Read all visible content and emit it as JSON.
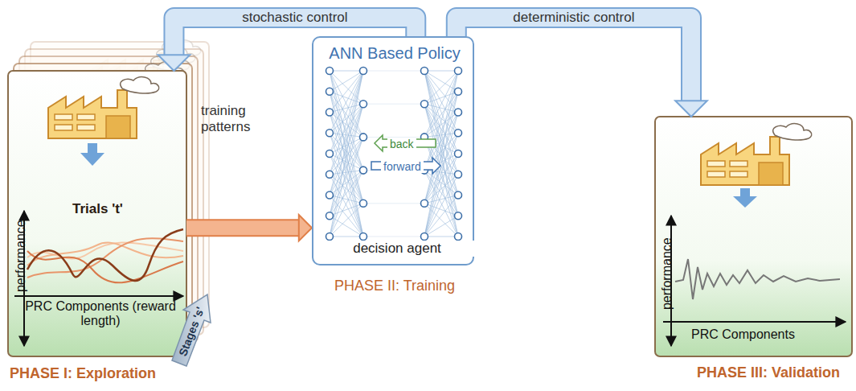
{
  "diagram": {
    "nodes": [
      {
        "text": [
          "PHASE I: Exploration",
          "Trials 't'",
          "performance",
          "PRC Components (reward length)"
        ]
      },
      {
        "text": [
          "ANN Based Policy",
          "back",
          "forward",
          "decision agent",
          "PHASE II: Training"
        ]
      },
      {
        "text": [
          "PHASE III: Validation",
          "performance",
          "PRC Components"
        ]
      }
    ],
    "edges": [
      {
        "from": 0,
        "to": 1,
        "arrow": "to",
        "label": "training patterns"
      },
      {
        "from": 1,
        "to": 0,
        "arrow": "to",
        "label": "stochastic control"
      },
      {
        "from": 1,
        "to": 2,
        "arrow": "to",
        "label": "deterministic control"
      }
    ],
    "labels": [
      "Stages 's'"
    ]
  }
}
